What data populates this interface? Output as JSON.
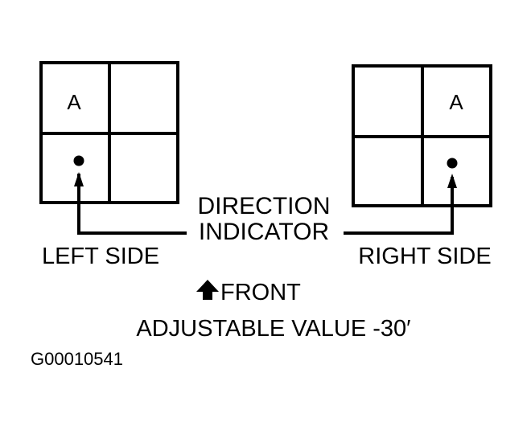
{
  "left_grid": {
    "cell_label": "A",
    "side_label": "LEFT SIDE"
  },
  "right_grid": {
    "cell_label": "A",
    "side_label": "RIGHT SIDE"
  },
  "indicator": {
    "line1": "DIRECTION",
    "line2": "INDICATOR"
  },
  "front_label": "FRONT",
  "adjustable_value": "ADJUSTABLE VALUE -30′",
  "figure_code": "G00010541",
  "icons": {
    "front_arrow": "up-arrow-icon",
    "indicator_dot": "dot-icon"
  }
}
